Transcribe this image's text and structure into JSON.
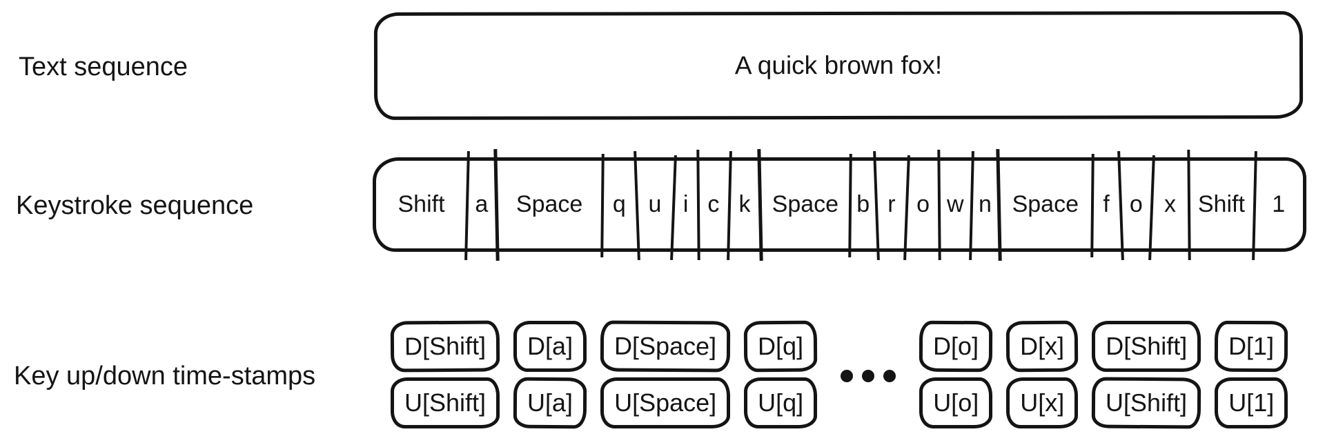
{
  "labels": {
    "row1": "Text sequence",
    "row2": "Keystroke sequence",
    "row3": "Key up/down time-stamps"
  },
  "text_sequence": {
    "text": "A quick brown fox!"
  },
  "keystroke_sequence": {
    "keys": [
      {
        "label": "Shift",
        "w": 132
      },
      {
        "label": "a",
        "w": 44
      },
      {
        "label": "Space",
        "w": 154
      },
      {
        "label": "q",
        "w": 50
      },
      {
        "label": "u",
        "w": 54
      },
      {
        "label": "i",
        "w": 36
      },
      {
        "label": "c",
        "w": 45
      },
      {
        "label": "k",
        "w": 46
      },
      {
        "label": "Space",
        "w": 131
      },
      {
        "label": "b",
        "w": 38
      },
      {
        "label": "r",
        "w": 45
      },
      {
        "label": "o",
        "w": 47
      },
      {
        "label": "w",
        "w": 47
      },
      {
        "label": "n",
        "w": 40
      },
      {
        "label": "Space",
        "w": 136
      },
      {
        "label": "f",
        "w": 42
      },
      {
        "label": "o",
        "w": 45
      },
      {
        "label": "x",
        "w": 54
      },
      {
        "label": "Shift",
        "w": 96
      },
      {
        "label": "1",
        "w": 71
      }
    ]
  },
  "timestamps": {
    "groups": [
      {
        "type": "pair",
        "down": "D[Shift]",
        "up": "U[Shift]"
      },
      {
        "type": "pair",
        "down": "D[a]",
        "up": "U[a]"
      },
      {
        "type": "pair",
        "down": "D[Space]",
        "up": "U[Space]"
      },
      {
        "type": "pair",
        "down": "D[q]",
        "up": "U[q]"
      },
      {
        "type": "ellipsis",
        "dots": 3
      },
      {
        "type": "pair",
        "down": "D[o]",
        "up": "U[o]"
      },
      {
        "type": "pair",
        "down": "D[x]",
        "up": "U[x]"
      },
      {
        "type": "pair",
        "down": "D[Shift]",
        "up": "U[Shift]"
      },
      {
        "type": "pair",
        "down": "D[1]",
        "up": "U[1]"
      }
    ]
  },
  "colors": {
    "ink": "#141414",
    "background": "#ffffff"
  }
}
